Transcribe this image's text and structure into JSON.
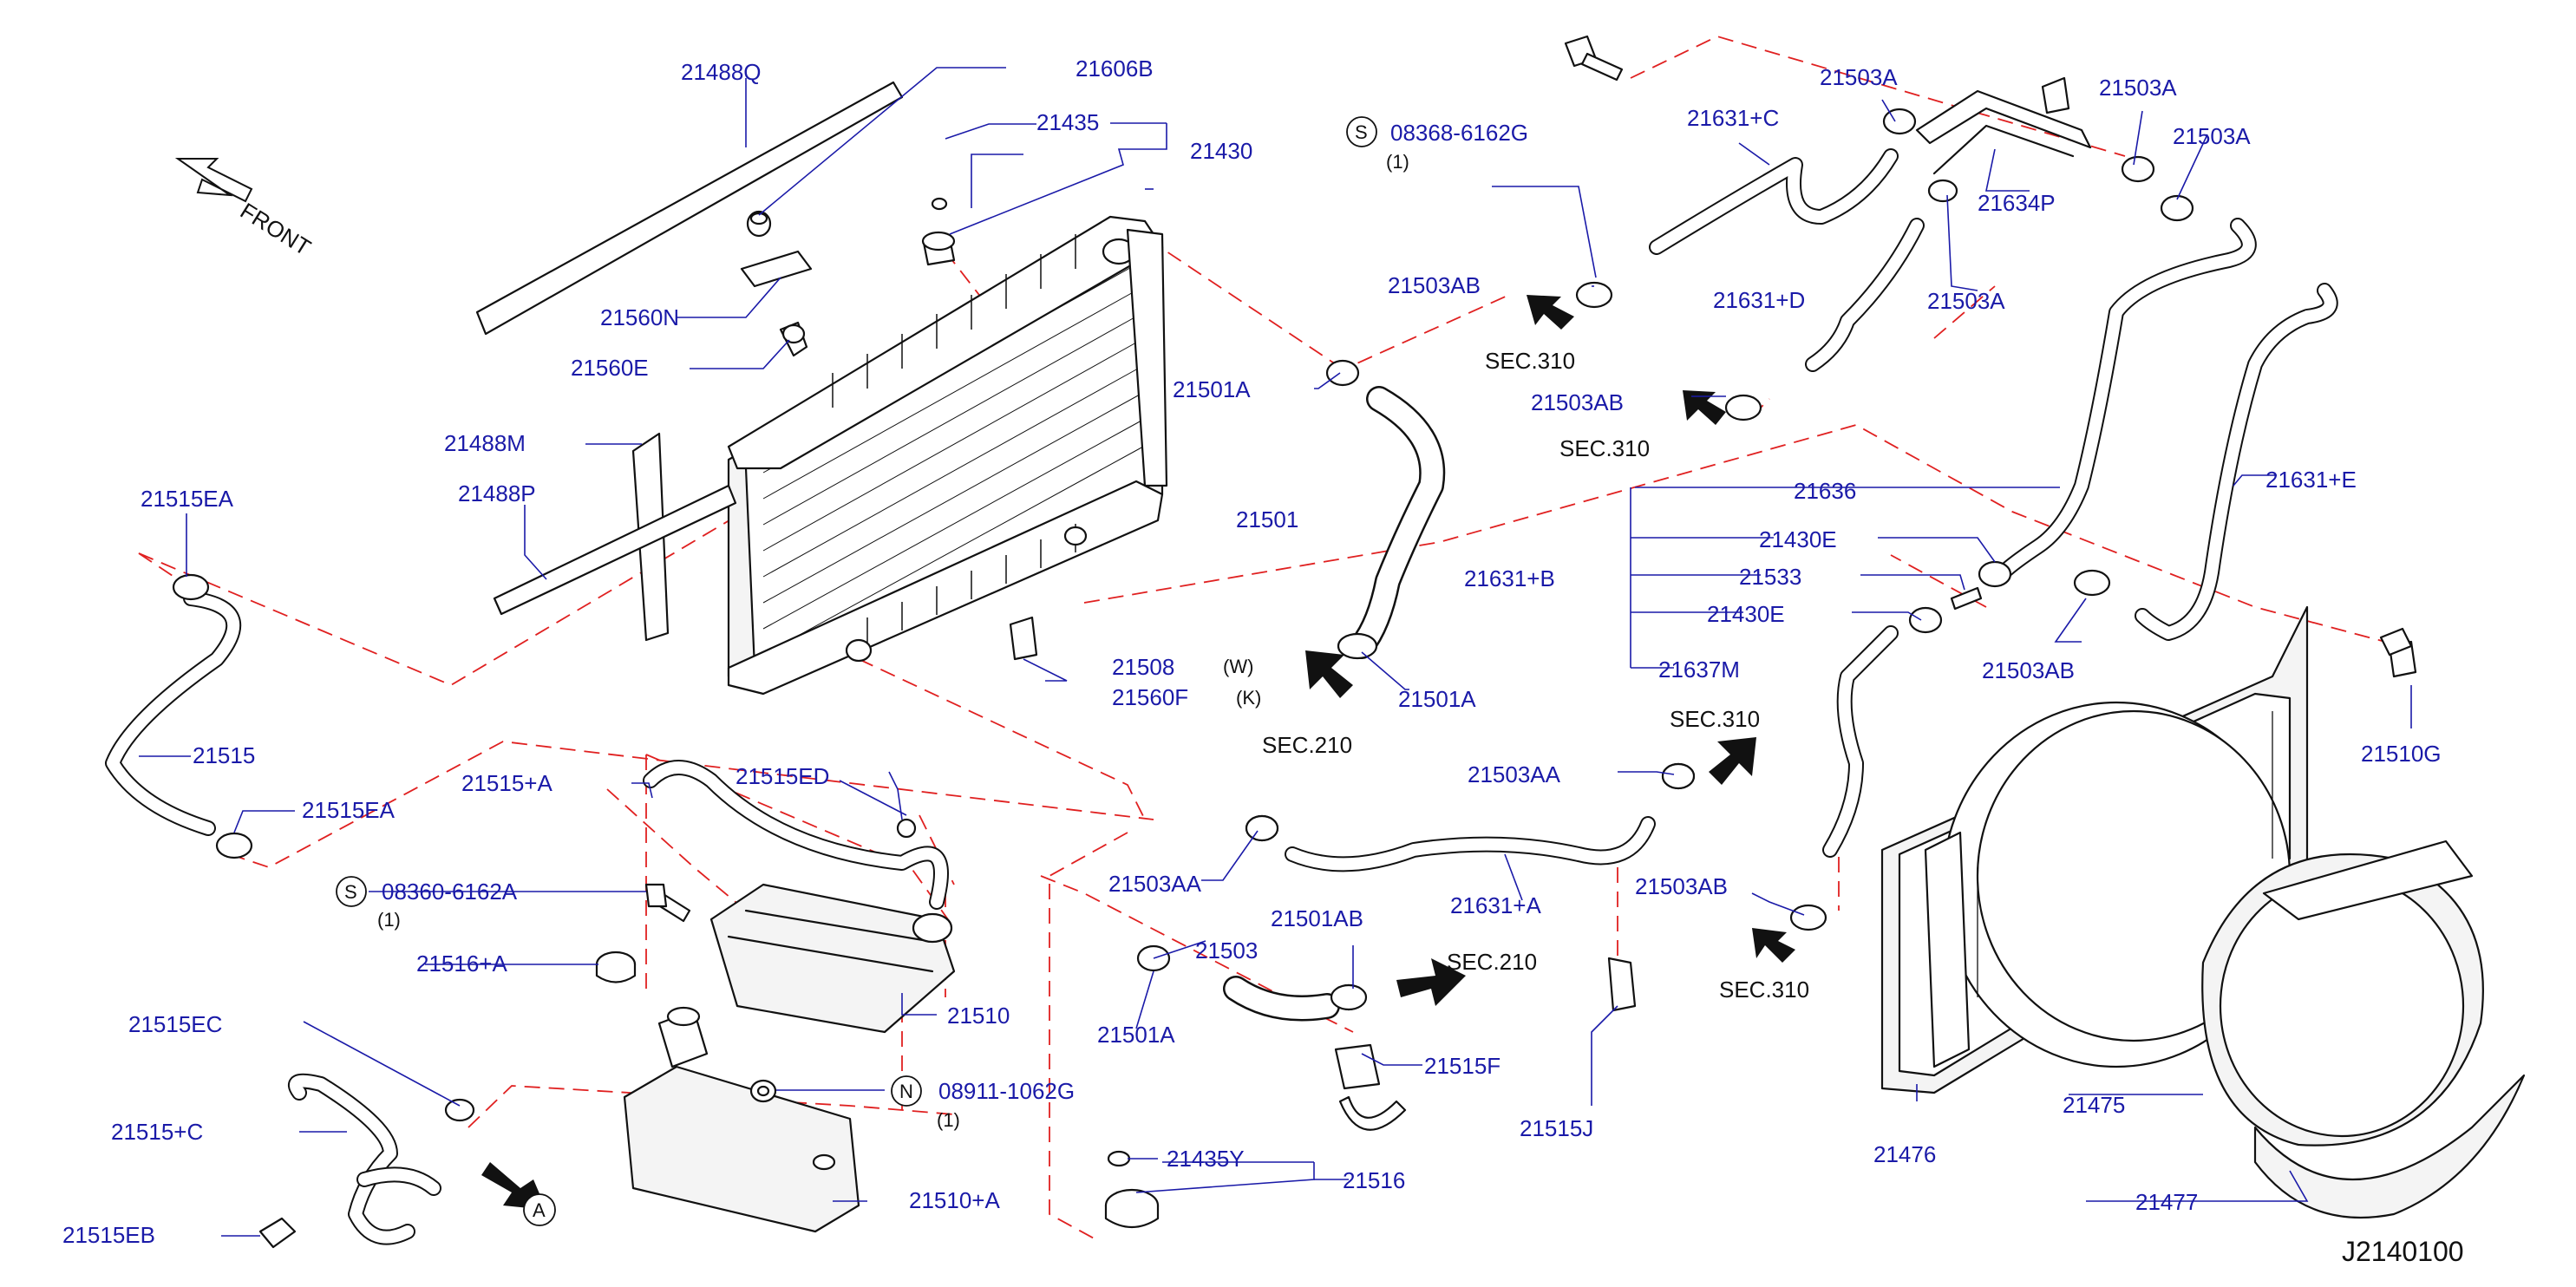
{
  "diagram_code": "J2140100",
  "front_label": "FRONT",
  "labels": {
    "l21488Q": "21488Q",
    "l21606B": "21606B",
    "l21435": "21435",
    "l21430": "21430",
    "l21560N": "21560N",
    "l21560E": "21560E",
    "l21488M": "21488M",
    "l21488P": "21488P",
    "l21515EA_top": "21515EA",
    "l21515": "21515",
    "l21515EA_bot": "21515EA",
    "l21515A": "21515+A",
    "l21515ED": "21515ED",
    "l08360": "08360-6162A",
    "l08360_qty": "(1)",
    "l21516A": "21516+A",
    "l21515EC": "21515EC",
    "l21515C": "21515+C",
    "l21515EB": "21515EB",
    "l21510": "21510",
    "l08911": "08911-1062G",
    "l08911_qty": "(1)",
    "l21510A": "21510+A",
    "l21508": "21508",
    "l21560F": "21560F",
    "lW": "(W)",
    "lK": "(K)",
    "l21501A_top": "21501A",
    "l21501": "21501",
    "l21501A_mid": "21501A",
    "sec210_a": "SEC.210",
    "l08368": "08368-6162G",
    "l08368_qty": "(1)",
    "l21631C": "21631+C",
    "l21503A_1": "21503A",
    "l21503A_2": "21503A",
    "l21503A_3": "21503A",
    "l21634P": "21634P",
    "l21503AB_1": "21503AB",
    "sec310_a": "SEC.310",
    "l21631D": "21631+D",
    "l21503A_4": "21503A",
    "l21503AB_2": "21503AB",
    "sec310_b": "SEC.310",
    "l21636": "21636",
    "l21631E": "21631+E",
    "l21430E_1": "21430E",
    "l21631B": "21631+B",
    "l21533": "21533",
    "l21430E_2": "21430E",
    "l21637M": "21637M",
    "l21503AB_3": "21503AB",
    "l21510G": "21510G",
    "sec310_c": "SEC.310",
    "l21503AA_1": "21503AA",
    "l21503AA_2": "21503AA",
    "l21631A": "21631+A",
    "l21503AB_4": "21503AB",
    "sec310_d": "SEC.310",
    "l21501AB": "21501AB",
    "l21503": "21503",
    "sec210_b": "SEC.210",
    "l21501A_bot": "21501A",
    "l21515F": "21515F",
    "l21515J": "21515J",
    "l21435Y": "21435Y",
    "l21516": "21516",
    "l21476": "21476",
    "l21475": "21475",
    "l21477": "21477",
    "circle_S1": "S",
    "circle_S2": "S",
    "circle_N": "N",
    "circle_A": "A"
  },
  "colors": {
    "label": "#1a1aa8",
    "dashed_line": "#e02020",
    "part_outline": "#111111"
  }
}
